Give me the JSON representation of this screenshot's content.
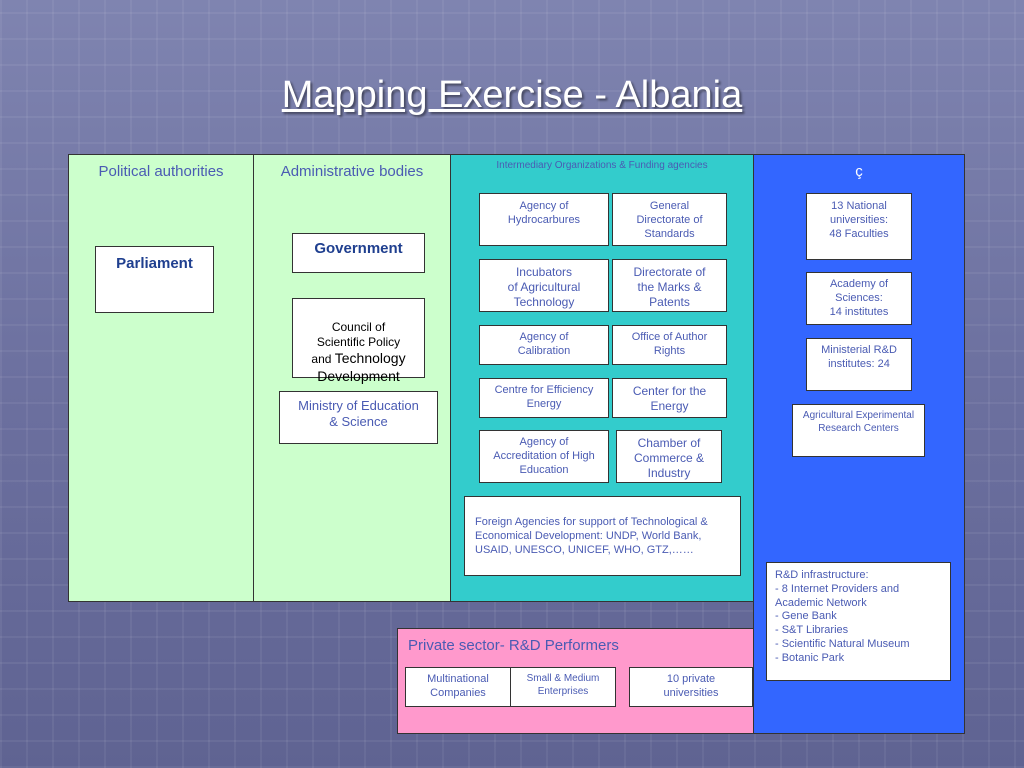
{
  "title": "Mapping Exercise - Albania",
  "colors": {
    "political": "#ccffcc",
    "administrative": "#ccffcc",
    "intermediary": "#33cccc",
    "research": "#3366ff",
    "private": "#ff99cc",
    "box_text": "#4a5bb3"
  },
  "political": {
    "heading": "Political authorities",
    "parliament": "Parliament"
  },
  "administrative": {
    "heading": "Administrative bodies",
    "government": "Government",
    "council_part1": "Council of\nScientific Policy\nand ",
    "council_part2": "Technology\nDevelopment",
    "ministry": "Ministry of Education\n& Science"
  },
  "intermediary": {
    "heading": "Intermediary Organizations & Funding agencies",
    "hydrocarbures": "Agency of\nHydrocarbures",
    "standards": "General\nDirectorate of\nStandards",
    "incubators": "Incubators\nof Agricultural\nTechnology",
    "marks": "Directorate of\nthe Marks &\nPatents",
    "calibration": "Agency of\nCalibration",
    "author_rights": "Office of Author\nRights",
    "efficiency": "Centre for Efficiency\nEnergy",
    "center_energy": "Center for the\nEnergy",
    "accreditation": "Agency of\nAccreditation of High\nEducation",
    "chamber": "Chamber of\nCommerce &\nIndustry",
    "foreign": "Foreign Agencies for support of Technological & Economical Development: UNDP, World Bank, USAID, UNESCO, UNICEF, WHO, GTZ,……"
  },
  "research": {
    "heading": "ç",
    "universities": "13 National\nuniversities:\n48 Faculties",
    "academy": "Academy of\nSciences:\n14 institutes",
    "ministerial": "Ministerial R&D\ninstitutes: 24",
    "agricultural": "Agricultural Experimental\nResearch Centers",
    "infrastructure": "R&D infrastructure:\n- 8 Internet Providers and Academic Network\n- Gene Bank\n- S&T Libraries\n- Scientific Natural Museum\n- Botanic Park"
  },
  "private": {
    "heading": "Private sector- R&D Performers",
    "multinational": "Multinational\nCompanies",
    "sme": "Small & Medium\nEnterprises",
    "private_universities": "10 private\nuniversities"
  }
}
